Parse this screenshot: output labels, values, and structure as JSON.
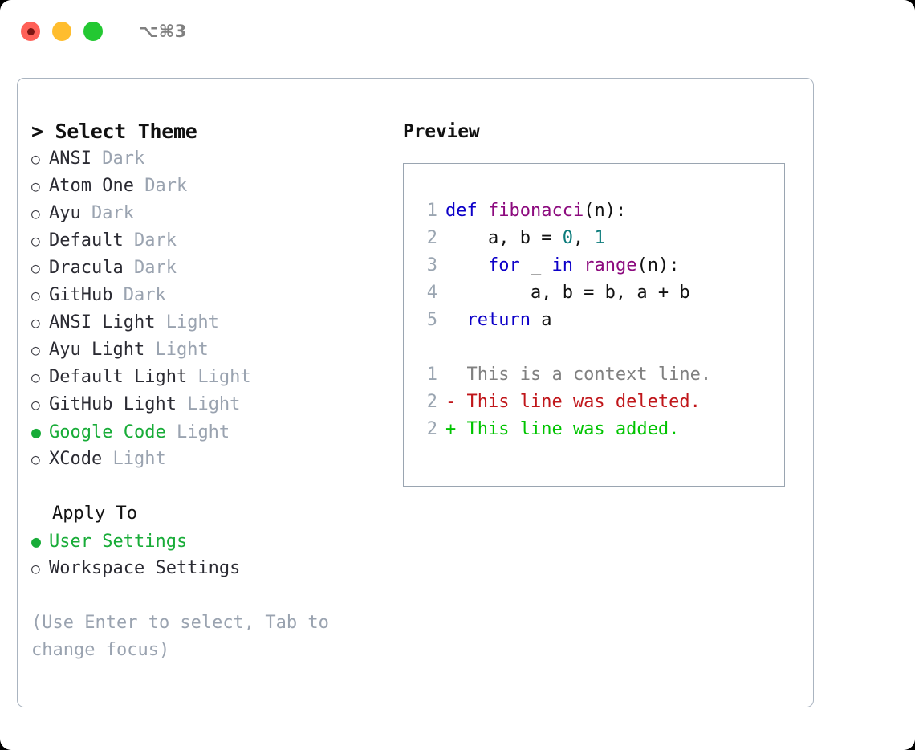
{
  "titlebar": {
    "shortcut": "⌥⌘3",
    "dots": [
      "close-red",
      "minimize-yellow",
      "zoom-green"
    ]
  },
  "dialog": {
    "theme_section": {
      "prompt": "> Select Theme",
      "themes": [
        {
          "name": "ANSI",
          "tag": "Dark",
          "selected": false
        },
        {
          "name": "Atom One",
          "tag": "Dark",
          "selected": false
        },
        {
          "name": "Ayu",
          "tag": "Dark",
          "selected": false
        },
        {
          "name": "Default",
          "tag": "Dark",
          "selected": false
        },
        {
          "name": "Dracula",
          "tag": "Dark",
          "selected": false
        },
        {
          "name": "GitHub",
          "tag": "Dark",
          "selected": false
        },
        {
          "name": "ANSI Light",
          "tag": "Light",
          "selected": false
        },
        {
          "name": "Ayu Light",
          "tag": "Light",
          "selected": false
        },
        {
          "name": "Default Light",
          "tag": "Light",
          "selected": false
        },
        {
          "name": "GitHub Light",
          "tag": "Light",
          "selected": false
        },
        {
          "name": "Google Code",
          "tag": "Light",
          "selected": true
        },
        {
          "name": "XCode",
          "tag": "Light",
          "selected": false
        }
      ]
    },
    "apply_section": {
      "title": "Apply To",
      "options": [
        {
          "label": "User Settings",
          "selected": true
        },
        {
          "label": "Workspace Settings",
          "selected": false
        }
      ]
    },
    "hint": "(Use Enter to select, Tab to change focus)",
    "preview": {
      "title": "Preview",
      "code_lines": [
        {
          "no": "1",
          "tokens": [
            {
              "t": "def ",
              "c": "kw"
            },
            {
              "t": "fibonacci",
              "c": "fn"
            },
            {
              "t": "(n):",
              "c": "pl"
            }
          ]
        },
        {
          "no": "2",
          "tokens": [
            {
              "t": "    a, b = ",
              "c": "pl"
            },
            {
              "t": "0",
              "c": "num"
            },
            {
              "t": ", ",
              "c": "pl"
            },
            {
              "t": "1",
              "c": "num"
            }
          ]
        },
        {
          "no": "3",
          "tokens": [
            {
              "t": "    ",
              "c": "pl"
            },
            {
              "t": "for",
              "c": "kw"
            },
            {
              "t": " _ ",
              "c": "pl"
            },
            {
              "t": "in",
              "c": "kw"
            },
            {
              "t": " ",
              "c": "pl"
            },
            {
              "t": "range",
              "c": "fn"
            },
            {
              "t": "(n):",
              "c": "pl"
            }
          ]
        },
        {
          "no": "4",
          "tokens": [
            {
              "t": "        a, b = b, a + b",
              "c": "pl"
            }
          ]
        },
        {
          "no": "5",
          "tokens": [
            {
              "t": "  ",
              "c": "pl"
            },
            {
              "t": "return",
              "c": "kw"
            },
            {
              "t": " a",
              "c": "pl"
            }
          ]
        }
      ],
      "diff_lines": [
        {
          "no": "1",
          "marker": " ",
          "text": "  This is a context line.",
          "kind": "ctx"
        },
        {
          "no": "2",
          "marker": "-",
          "text": "- This line was deleted.",
          "kind": "del"
        },
        {
          "no": "2",
          "marker": "+",
          "text": "+ This line was added.",
          "kind": "add"
        }
      ]
    }
  },
  "colors": {
    "selected_green": "#18ac38",
    "muted_grey": "#9aa3b0",
    "keyword_blue": "#0d00c8",
    "function_purple": "#8c0a7e",
    "number_teal": "#0b7b7b",
    "diff_deleted_red": "#c0161a",
    "diff_added_green": "#00c400",
    "border_grey": "#9aa5b1"
  }
}
